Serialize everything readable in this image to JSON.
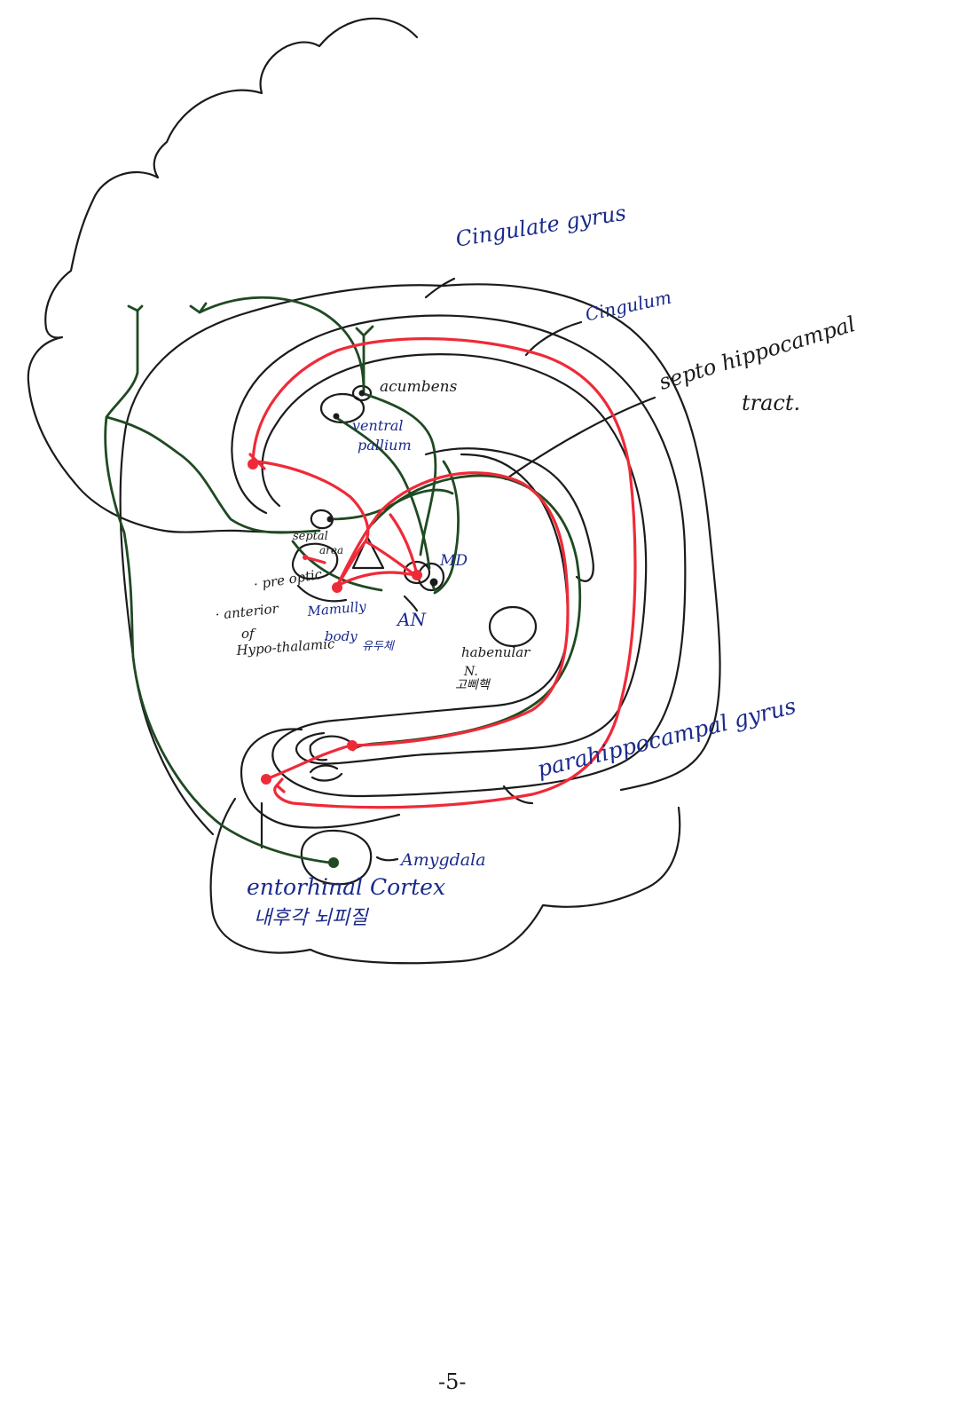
{
  "labels": {
    "cingulate_gyrus": "Cingulate gyrus",
    "cingulum": "Cingulum",
    "septo_hippocampal_line1": "septo hippocampal",
    "septo_hippocampal_line2": "tract.",
    "accumbens": "acumbens",
    "ventral_pallium_line1": "ventral",
    "ventral_pallium_line2": "pallium",
    "septal_area_line1": "septal",
    "septal_area_line2": "area",
    "preoptic": "· pre optic",
    "anterior_hypothalamic_line1": "· anterior",
    "anterior_hypothalamic_line2": "of",
    "anterior_hypothalamic_line3": "Hypo-thalamic",
    "mammillary_line1": "Mamully",
    "mammillary_line2": "body",
    "mammillary_korean": "유두체",
    "md": "MD",
    "an": "AN",
    "habenular_line1": "habenular",
    "habenular_line2": "N.",
    "habenular_korean": "고삐핵",
    "parahippocampal_gyrus": "parahippocampal gyrus",
    "amygdala": "Amygdala",
    "entorhinal_cortex": "entorhinal Cortex",
    "entorhinal_korean": "내후각 뇌피질",
    "page_number": "-5-"
  },
  "colors": {
    "outline": "#1b1b1b",
    "red_pathway": "#ef2a38",
    "green_pathway": "#1f4a22",
    "blue_ink": "#1a2a8c"
  }
}
